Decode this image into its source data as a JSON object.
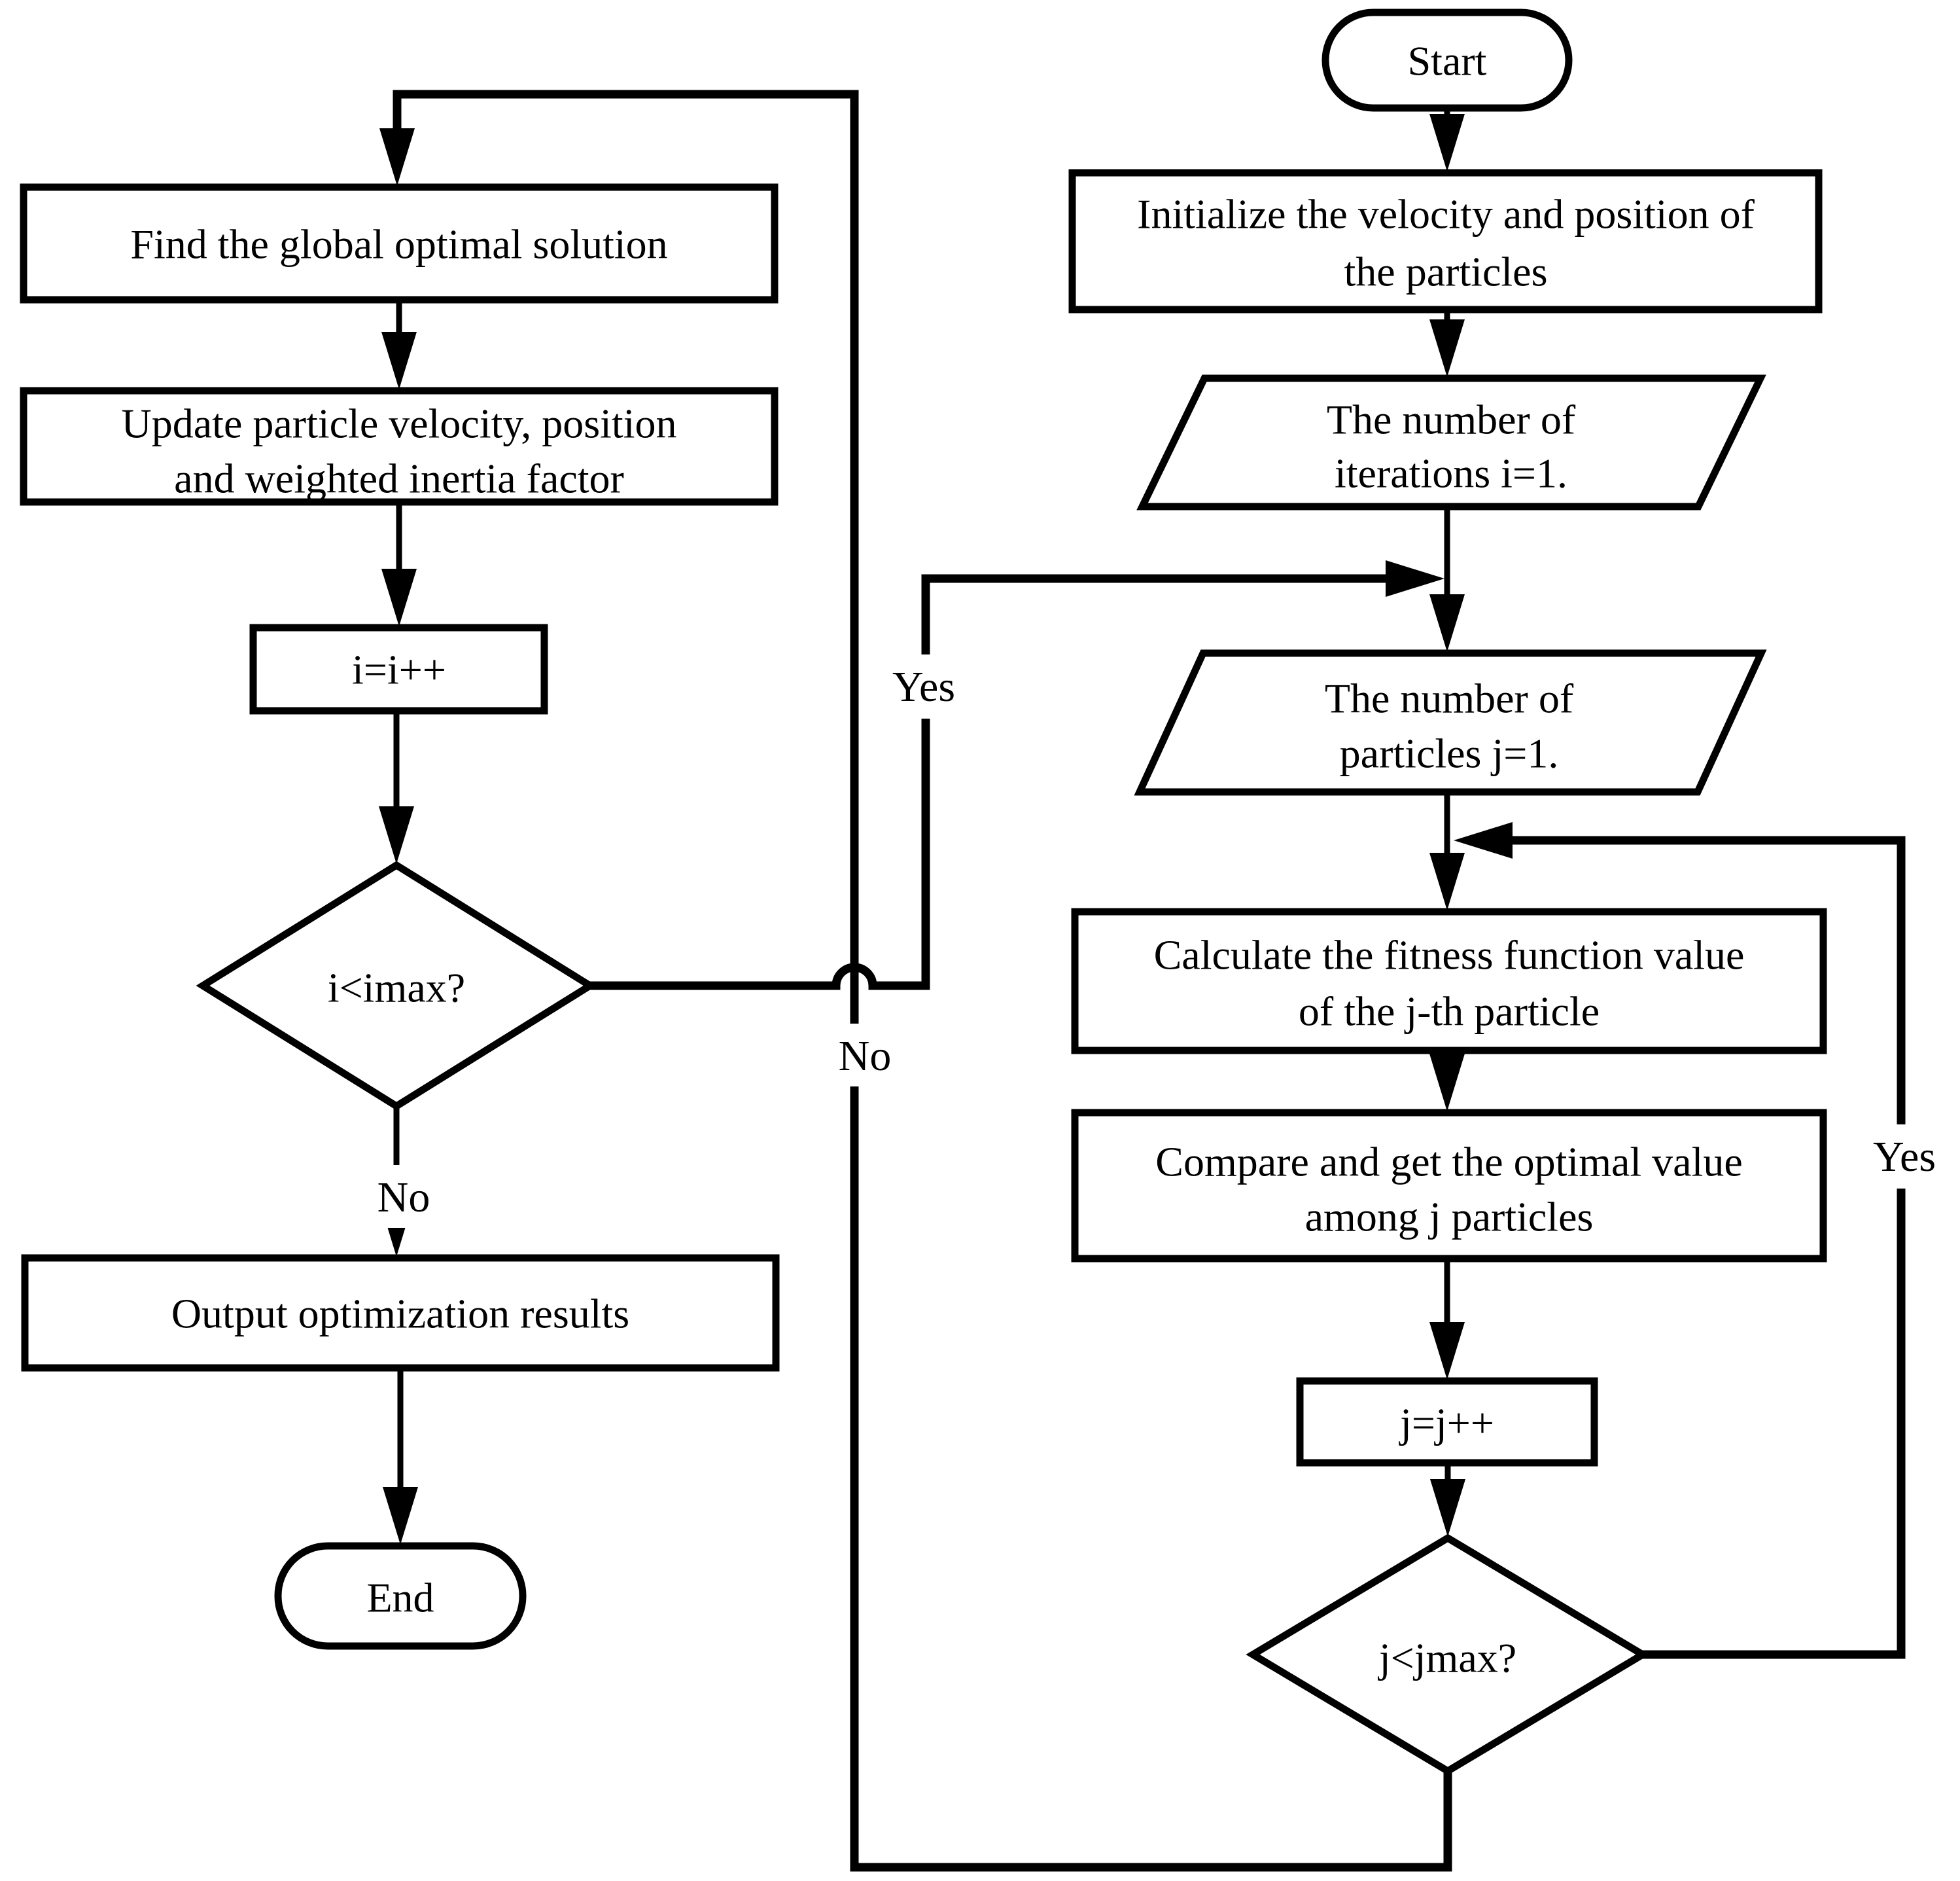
{
  "diagram": {
    "background_color": "#ffffff",
    "stroke_color": "#000000",
    "text_color": "#000000",
    "type": "flowchart"
  },
  "nodes": {
    "start": {
      "shape": "terminator",
      "label": "Start"
    },
    "initialize": {
      "shape": "process",
      "line1": "Initialize the velocity and position of",
      "line2": "the particles"
    },
    "iterations": {
      "shape": "data",
      "line1": "The number of",
      "line2": "iterations i=1."
    },
    "particles": {
      "shape": "data",
      "line1": "The number of",
      "line2": "particles j=1."
    },
    "calculate": {
      "shape": "process",
      "line1": "Calculate the fitness function value",
      "line2": "of the j-th particle"
    },
    "compare": {
      "shape": "process",
      "line1": "Compare and get the optimal value",
      "line2": "among j particles"
    },
    "j_increment": {
      "shape": "process",
      "label": "j=j++"
    },
    "j_decision": {
      "shape": "decision",
      "label": "j<jmax?"
    },
    "find_global": {
      "shape": "process",
      "label": "Find the global optimal solution"
    },
    "update_particle": {
      "shape": "process",
      "line1": "Update particle velocity, position",
      "line2": "and weighted inertia factor"
    },
    "i_increment": {
      "shape": "process",
      "label": "i=i++"
    },
    "i_decision": {
      "shape": "decision",
      "label": "i<imax?"
    },
    "output_results": {
      "shape": "process",
      "label": "Output optimization results"
    },
    "end": {
      "shape": "terminator",
      "label": "End"
    }
  },
  "edge_labels": {
    "i_yes": "Yes",
    "i_no": "No",
    "j_yes": "Yes",
    "j_no": "No"
  }
}
